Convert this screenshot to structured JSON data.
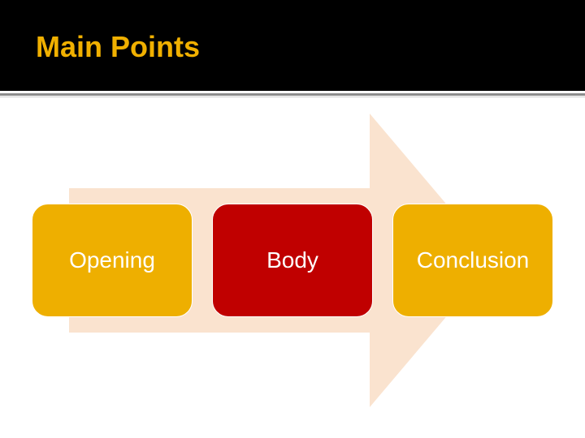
{
  "slide": {
    "title": "Main Points"
  },
  "colors": {
    "title_bar": "#000000",
    "title_text": "#F0B000",
    "arrow_fill": "#FAE3CF",
    "step_default": "#EEAF00",
    "step_highlight": "#C00000",
    "step_text": "#FFFFFF"
  },
  "steps": [
    {
      "label": "Opening",
      "highlighted": false
    },
    {
      "label": "Body",
      "highlighted": true
    },
    {
      "label": "Conclusion",
      "highlighted": false
    }
  ]
}
